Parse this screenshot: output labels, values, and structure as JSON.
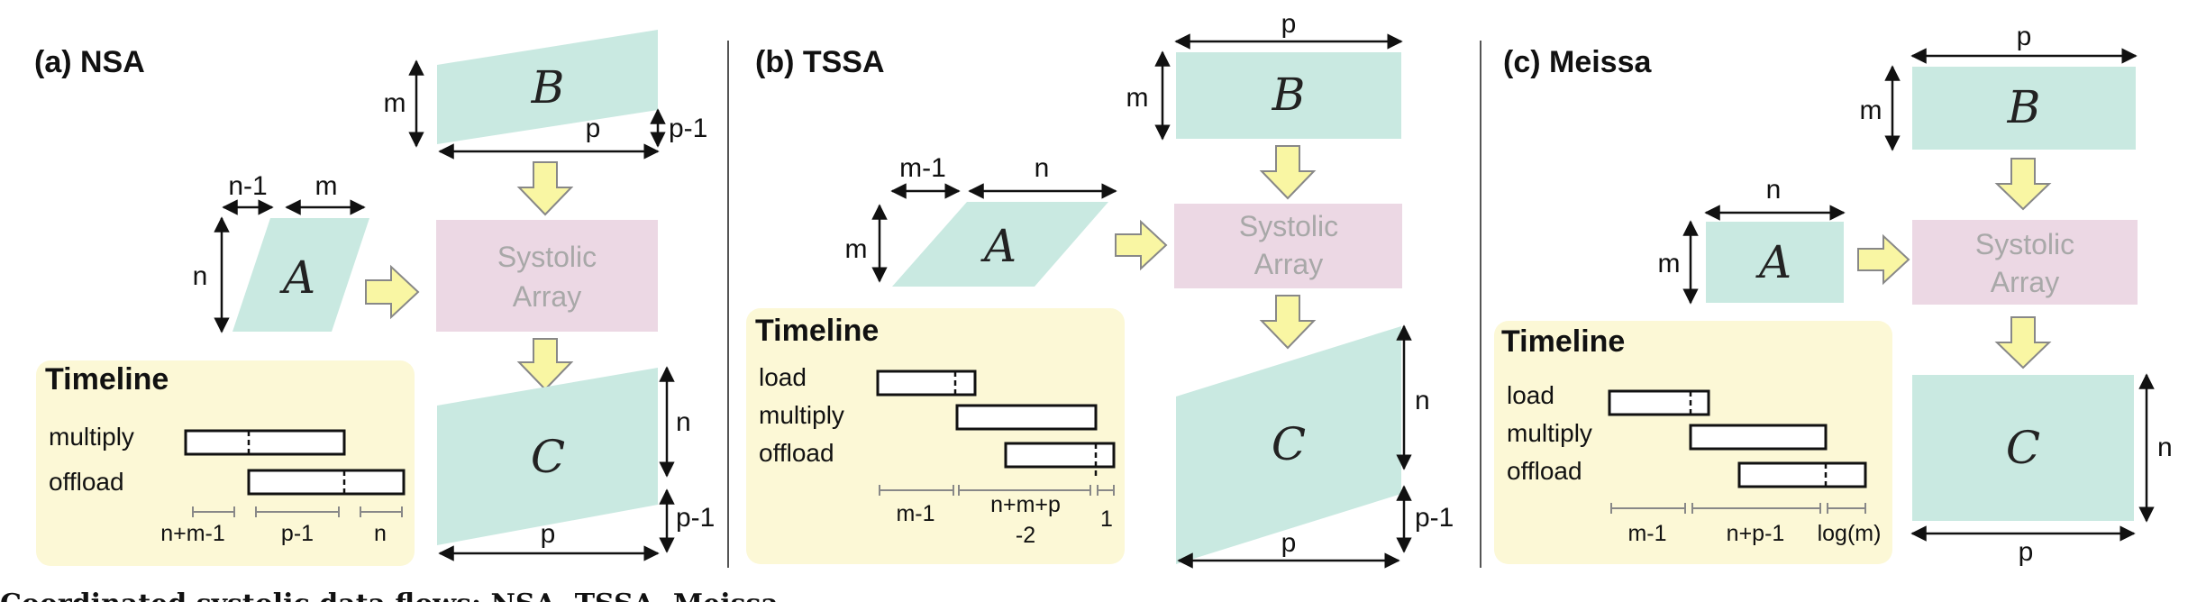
{
  "panels": [
    {
      "title": "(a) NSA",
      "matrices": {
        "a": "A",
        "b": "B",
        "c": "C"
      },
      "systolic": [
        "Systolic",
        "Array"
      ],
      "dims": {
        "a_top_left": "n-1",
        "a_top_right": "m",
        "a_side": "n",
        "b_side": "m",
        "b_bottom": "p",
        "b_right": "p-1",
        "c_side": "n",
        "c_right": "p-1",
        "c_bottom": "p"
      },
      "timeline": {
        "title": "Timeline",
        "rows": [
          "multiply",
          "offload"
        ],
        "ticks": [
          "n+m-1",
          "p-1",
          "n"
        ]
      }
    },
    {
      "title": "(b) TSSA",
      "matrices": {
        "a": "A",
        "b": "B",
        "c": "C"
      },
      "systolic": [
        "Systolic",
        "Array"
      ],
      "dims": {
        "a_top_left": "m-1",
        "a_top_right": "n",
        "a_side": "m",
        "b_side": "m",
        "b_top": "p",
        "c_side": "n",
        "c_right": "p-1",
        "c_bottom": "p"
      },
      "timeline": {
        "title": "Timeline",
        "rows": [
          "load",
          "multiply",
          "offload"
        ],
        "ticks": [
          "m-1",
          "n+m+p",
          "-2",
          "1"
        ]
      }
    },
    {
      "title": "(c) Meissa",
      "matrices": {
        "a": "A",
        "b": "B",
        "c": "C"
      },
      "systolic": [
        "Systolic",
        "Array"
      ],
      "dims": {
        "a_top": "n",
        "a_side": "m",
        "b_side": "m",
        "b_top": "p",
        "c_side": "n",
        "c_bottom": "p"
      },
      "timeline": {
        "title": "Timeline",
        "rows": [
          "load",
          "multiply",
          "offload"
        ],
        "ticks": [
          "m-1",
          "n+p-1",
          "log(m)"
        ]
      }
    }
  ],
  "caption": "Coordinated systolic data flows: NSA, TSSA, Meissa",
  "colors": {
    "matrix": "#c9e9e1",
    "systolic": "#ecd8e4",
    "timeline": "#fcf8d6",
    "arrow": "#f9f6a3"
  }
}
